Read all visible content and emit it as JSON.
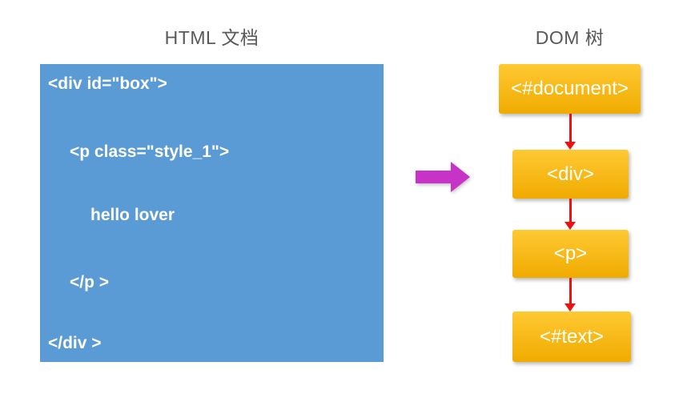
{
  "titles": {
    "left": "HTML 文档",
    "right": "DOM 树"
  },
  "html_document": {
    "lines": [
      "<div id=\"box\">",
      "<p class=\"style_1\">",
      "hello lover",
      "</p >",
      "</div >"
    ]
  },
  "dom_tree": {
    "nodes": [
      "<#document>",
      "<div>",
      "<p>",
      "<#text>"
    ]
  },
  "icons": {
    "transform_arrow": "right-arrow-icon",
    "connector": "down-arrow-icon"
  },
  "colors": {
    "code_panel_blue": "#5B9BD5",
    "code_text_white": "#FFFFFF",
    "node_gold_top": "#FFC933",
    "node_gold_bottom": "#F0AB00",
    "node_text_white": "#FFFFFF",
    "transform_arrow_magenta": "#C633C6",
    "connector_red": "#EE1111",
    "title_gray": "#595959",
    "background_white": "#FFFFFF"
  }
}
